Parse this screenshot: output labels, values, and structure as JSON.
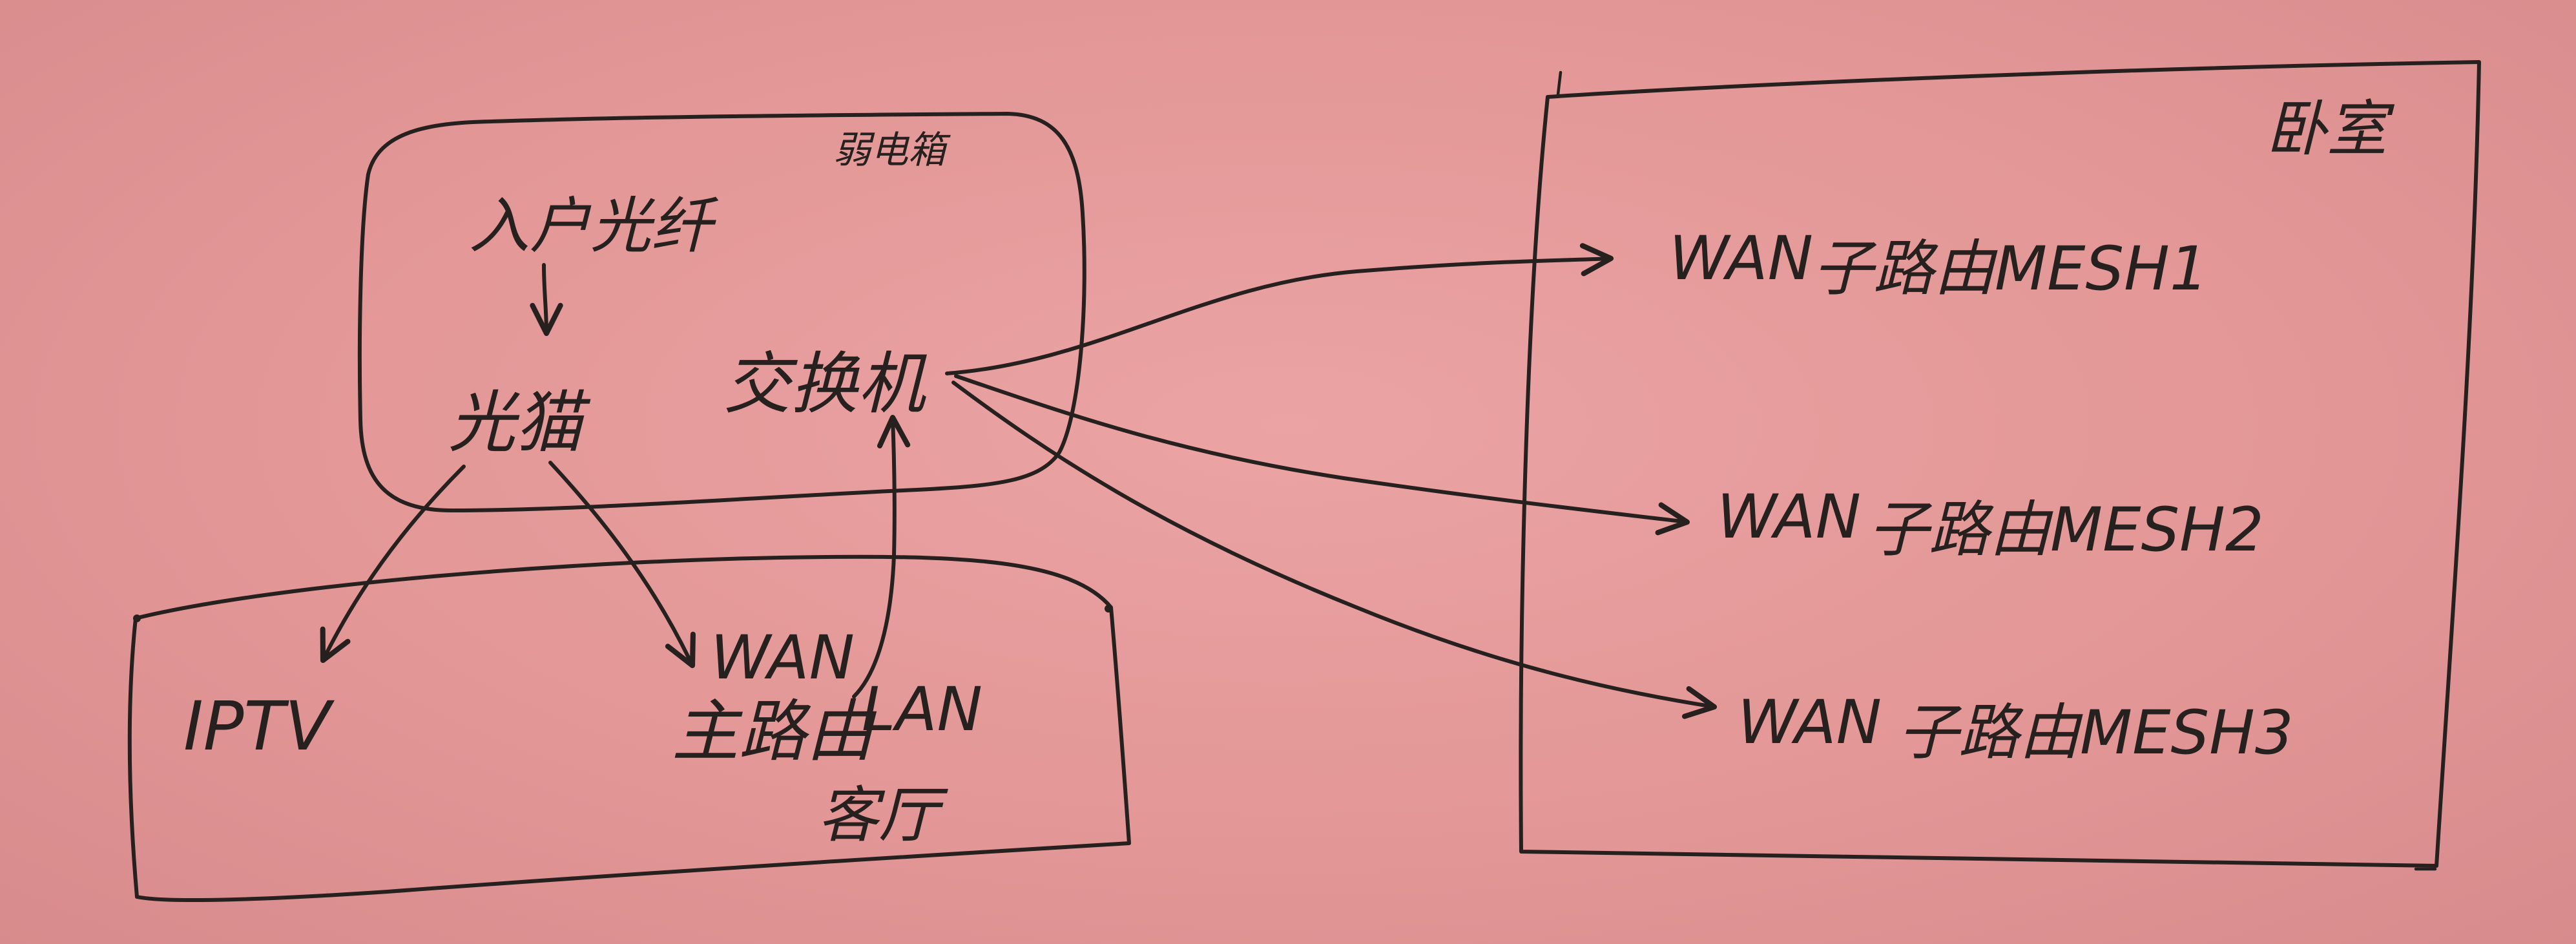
{
  "diagram": {
    "nodes": {
      "weak_box": "弱电箱",
      "fiber": "入户光纤",
      "modem": "光猫",
      "switch": "交换机",
      "iptv": "IPTV",
      "main_router_wan": "WAN",
      "main_router": "主路由",
      "main_router_lan": "LAN",
      "living_room": "客厅",
      "bedroom": "卧室",
      "mesh1_wan": "WAN",
      "mesh1": "子路由MESH1",
      "mesh2_wan": "WAN",
      "mesh2": "子路由MESH2",
      "mesh3_wan": "WAN",
      "mesh3": "子路由MESH3"
    },
    "colors": {
      "paper": "#e59a9a",
      "ink": "#26201f"
    }
  }
}
